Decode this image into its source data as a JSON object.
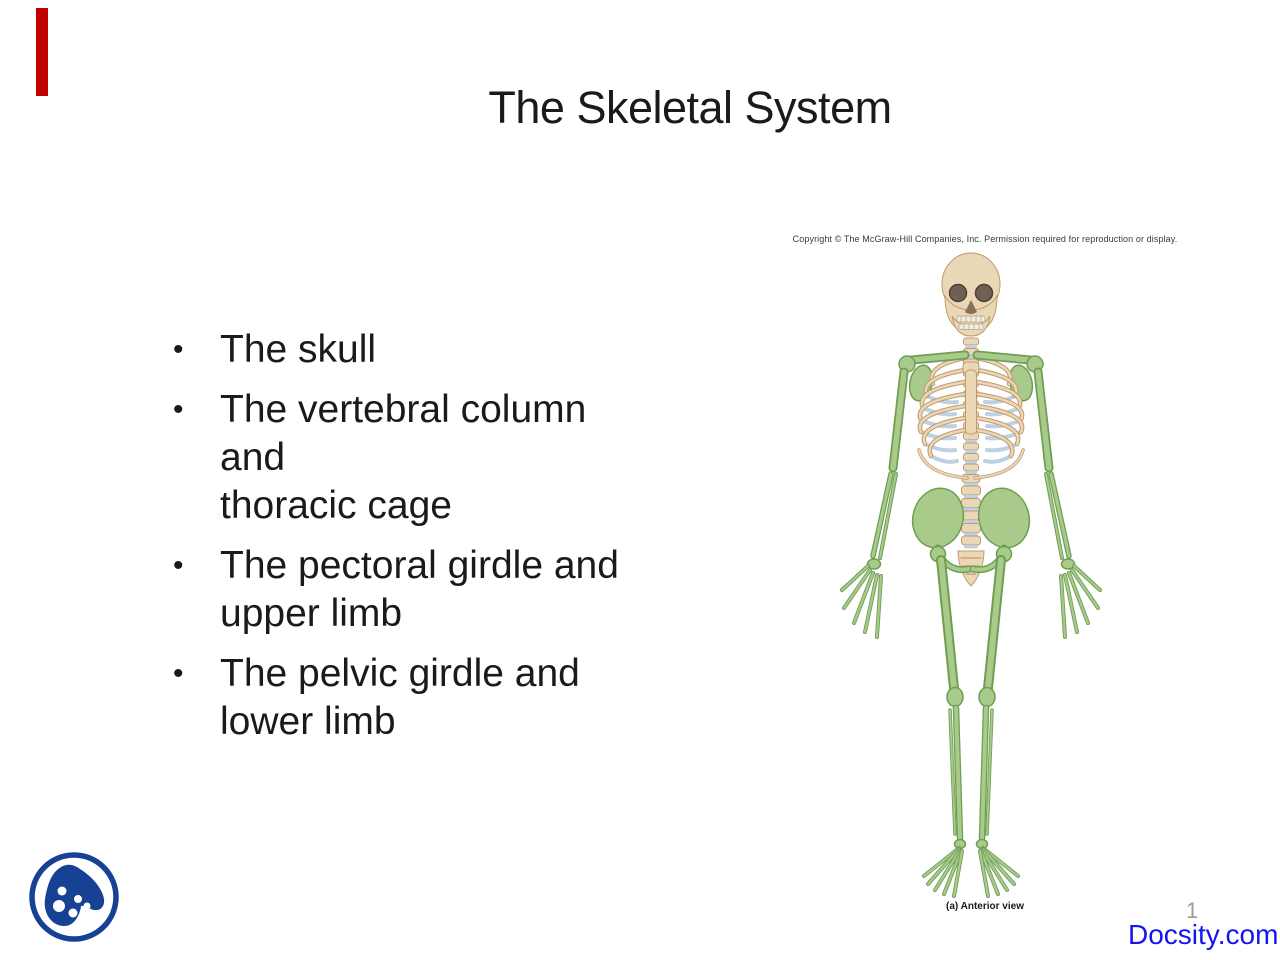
{
  "slide": {
    "title": "The Skeletal System",
    "bullet_glyph": "•",
    "bullets": [
      {
        "text": "The skull"
      },
      {
        "text": "The vertebral column\nand\nthoracic cage"
      },
      {
        "text": "The pectoral girdle and\nupper limb"
      },
      {
        "text": "The pelvic girdle and\nlower limb"
      }
    ]
  },
  "figure": {
    "copyright": "Copyright © The McGraw-Hill Companies, Inc. Permission required for reproduction or display.",
    "caption": "(a) Anterior view"
  },
  "footer": {
    "page_number": "1",
    "watermark": "Docsity.com"
  },
  "colors": {
    "accent_bar": "#c00000",
    "text": "#1a1a1a",
    "docsity_blue": "#1414f0",
    "logo_blue": "#164194",
    "page_number_gray": "#9a9a9a",
    "bone": "#ead7b5",
    "bone_outline": "#c09a6e",
    "green_bone": "#a8cb8c",
    "green_outline": "#6f9e53",
    "cartilage_blue": "#bcd1e3"
  }
}
